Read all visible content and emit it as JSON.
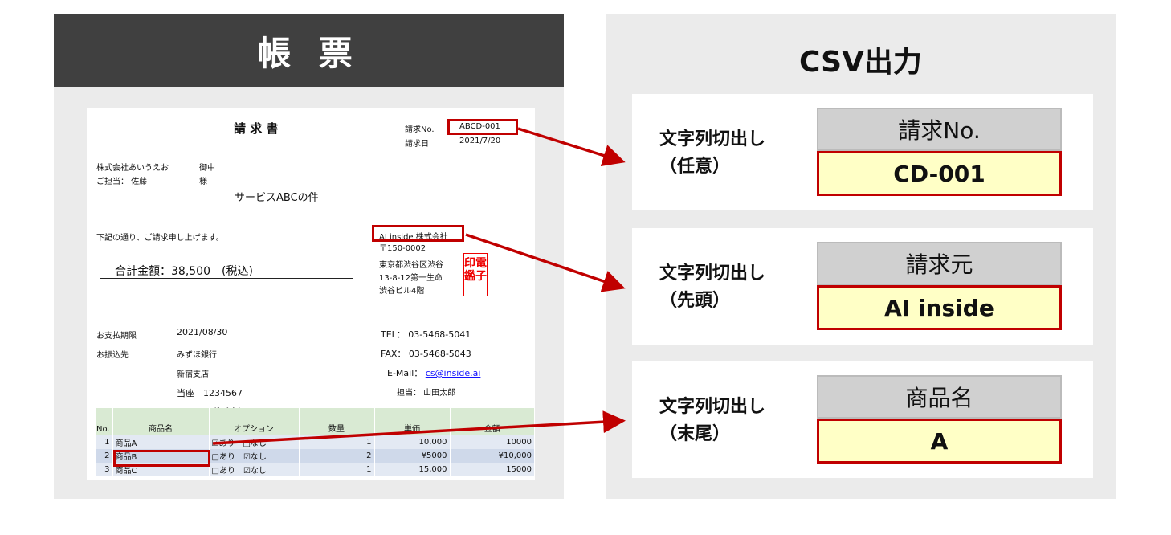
{
  "left": {
    "title": "帳 票"
  },
  "doc": {
    "title": "請 求 書",
    "invoice_no_label": "請求No.",
    "invoice_no": "ABCD-001",
    "invoice_date_label": "請求日",
    "invoice_date": "2021/7/20",
    "client": "株式会社あいうえお",
    "client_suffix": "御中",
    "contact": "ご担当： 佐藤",
    "contact_suffix": "様",
    "subject": "サービスABCの件",
    "intro": "下記の通り、ご請求申し上げます。",
    "total": "合計金額：38,500　(税込)",
    "issuer": "AI inside 株式会社",
    "postal": "〒150-0002",
    "address": [
      "東京都渋谷区渋谷",
      "13-8-12第一生命",
      "渋谷ビル4階"
    ],
    "seal": [
      "電",
      "印",
      "子",
      "鑑"
    ],
    "due_label": "お支払期限",
    "due": "2021/08/30",
    "bank_label": "お振込先",
    "bank": "みずほ銀行",
    "branch": "新宿支店",
    "account": "当座　1234567",
    "holder": "AI inside 株式会社",
    "tel": "TEL： 03-5468-5041",
    "fax": "FAX： 03-5468-5043",
    "email_label": "E-Mail：",
    "email": "cs@inside.ai",
    "rep": "担当： 山田太郎",
    "table": {
      "headers": [
        "No.",
        "商品名",
        "オプション",
        "数量",
        "単価",
        "金額"
      ],
      "rows": [
        [
          "1",
          "商品A",
          "☑あり　□なし",
          "1",
          "10,000",
          "10000"
        ],
        [
          "2",
          "商品B",
          "□あり　☑なし",
          "2",
          "¥5000",
          "¥10,000"
        ],
        [
          "3",
          "商品C",
          "□あり　☑なし",
          "1",
          "15,000",
          "15000"
        ]
      ]
    }
  },
  "right": {
    "title": "CSV出力",
    "cards": [
      {
        "label1": "文字列切出し",
        "label2": "（任意）",
        "header": "請求No.",
        "value": "CD-001"
      },
      {
        "label1": "文字列切出し",
        "label2": "（先頭）",
        "header": "請求元",
        "value": "AI inside"
      },
      {
        "label1": "文字列切出し",
        "label2": "（末尾）",
        "header": "商品名",
        "value": "A"
      }
    ]
  },
  "colors": {
    "accent": "#c00000",
    "header_bg": "#404040",
    "value_bg": "#ffffc6"
  }
}
